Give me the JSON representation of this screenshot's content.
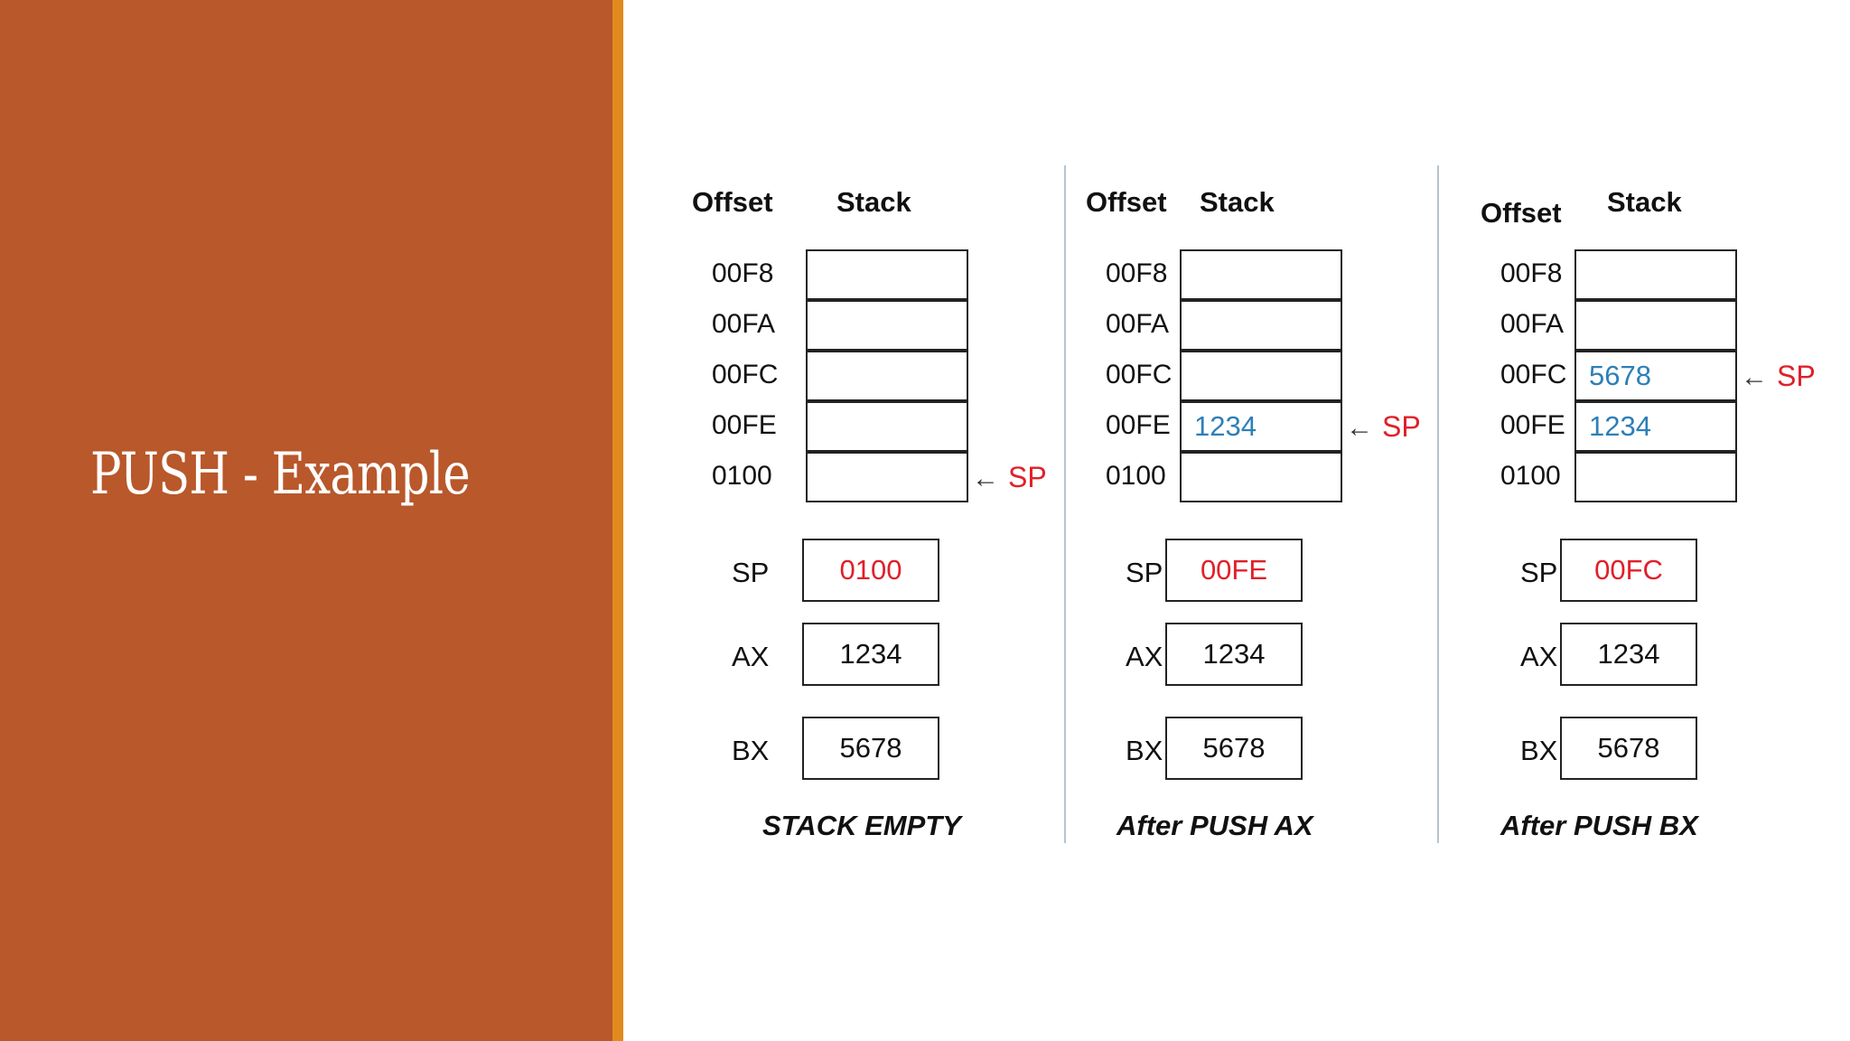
{
  "slide": {
    "title": "PUSH - Example"
  },
  "colors": {
    "left_panel": "#b8582b",
    "accent_bar": "#e18a1e",
    "sp_value": "#e0202a",
    "stack_value": "#2c7fb8"
  },
  "headers": {
    "offset": "Offset",
    "stack": "Stack"
  },
  "offsets": [
    "00F8",
    "00FA",
    "00FC",
    "00FE",
    "0100"
  ],
  "registers": {
    "sp": "SP",
    "ax": "AX",
    "bx": "BX"
  },
  "pointer_label": "SP",
  "panels": [
    {
      "caption": "STACK EMPTY",
      "stack": [
        "",
        "",
        "",
        "",
        ""
      ],
      "sp_index": 4,
      "sp_value": "0100",
      "ax_value": "1234",
      "bx_value": "5678"
    },
    {
      "caption": "After PUSH AX",
      "stack": [
        "",
        "",
        "",
        "1234",
        ""
      ],
      "sp_index": 3,
      "sp_value": "00FE",
      "ax_value": "1234",
      "bx_value": "5678"
    },
    {
      "caption": "After PUSH BX",
      "stack": [
        "",
        "",
        "5678",
        "1234",
        ""
      ],
      "sp_index": 2,
      "sp_value": "00FC",
      "ax_value": "1234",
      "bx_value": "5678"
    }
  ]
}
